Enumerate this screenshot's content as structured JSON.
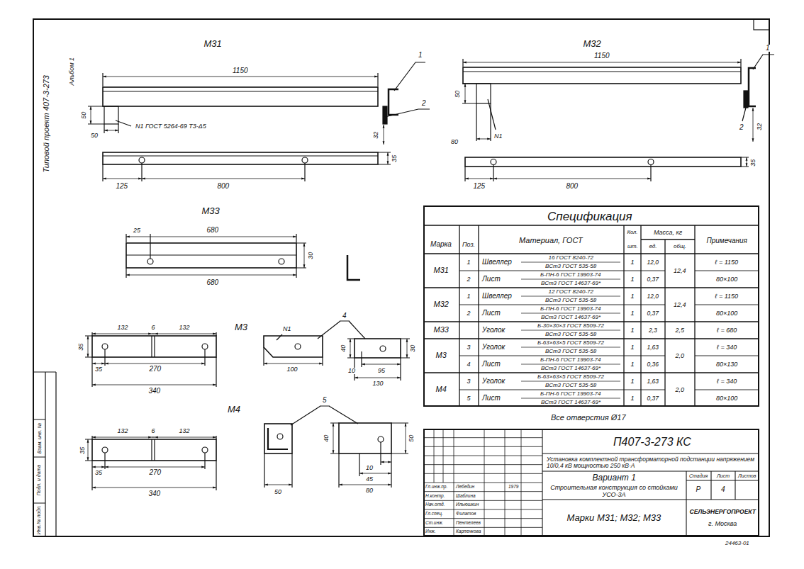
{
  "diagram": {
    "nodes": [
      {
        "text": [
          "Спецификация"
        ]
      },
      {
        "text": [
          "П407-3-273 КС"
        ]
      }
    ],
    "labels": [
      "Типовой проект 407-3-273",
      "Альбом 1",
      "Инв.№ подл.",
      "Подп. и дата",
      "Взам. инв. №",
      "М31",
      "1150",
      "50",
      "50",
      "N1 ГОСТ 5264-69 Т3-Δ5",
      "1",
      "2",
      "32",
      "125",
      "800",
      "35",
      "М32",
      "1150",
      "50",
      "80",
      "N1",
      "1",
      "2",
      "32",
      "125",
      "800",
      "35",
      "М33",
      "25",
      "680",
      "30",
      "680",
      "132",
      "6",
      "132",
      "35",
      "35",
      "270",
      "340",
      "М3",
      "N1",
      "4",
      "100",
      "40",
      "10",
      "95",
      "130",
      "30",
      "М4",
      "5",
      "132",
      "6",
      "132",
      "35",
      "35",
      "270",
      "340",
      "50",
      "40",
      "50",
      "10",
      "45",
      "80",
      "Марка",
      "Поз.",
      "Материал, ГОСТ",
      "Кол.",
      "шт.",
      "Масса, кг",
      "ед.",
      "общ.",
      "Примечания",
      "М31",
      "12,4",
      "1",
      "Швеллер",
      "16 ГОСТ 8240-72",
      "ВСт3 ГОСТ 535-58",
      "1",
      "12,0",
      "ℓ = 1150",
      "2",
      "Лист",
      "Б-ПН-6 ГОСТ 19903-74",
      "ВСт3 ГОСТ 14637-69*",
      "1",
      "0,37",
      "80×100",
      "М32",
      "12,4",
      "1",
      "Швеллер",
      "12 ГОСТ 8240-72",
      "ВСт3 ГОСТ 535-58",
      "1",
      "12,0",
      "ℓ = 1150",
      "2",
      "Лист",
      "Б-ПН-6 ГОСТ 19903-74",
      "ВСт3 ГОСТ 14637-69*",
      "1",
      "0,37",
      "80×100",
      "М33",
      "2,5",
      "Уголок",
      "Б-30×30×3 ГОСТ 8509-72",
      "ВСт3 ГОСТ 535-58",
      "1",
      "2,3",
      "ℓ = 680",
      "М3",
      "2,0",
      "3",
      "Уголок",
      "Б-63×63×5 ГОСТ 8509-72",
      "ВСт3 ГОСТ 535-58",
      "1",
      "1,63",
      "ℓ = 340",
      "4",
      "Лист",
      "Б-ПН-6 ГОСТ 19903-74",
      "ВСт3 ГОСТ 14637-69*",
      "1",
      "0,36",
      "80×130",
      "М4",
      "2,0",
      "3",
      "Уголок",
      "Б-63×63×5 ГОСТ 8509-72",
      "ВСт3 ГОСТ 535-58",
      "1",
      "1,63",
      "ℓ = 340",
      "5",
      "Лист",
      "Б-ПН-6 ГОСТ 19903-74",
      "ВСт3 ГОСТ 14637-69*",
      "1",
      "0,37",
      "80×100",
      "Все отверстия Ø17",
      "Установка комплектной трансформаторной подстанции напряжением 10/0,4 кВ мощностью 250 кВ·А",
      "Вариант 1",
      "Строительная конструкция со стойками УСО-3А",
      "Стадия",
      "Лист",
      "Листов",
      "Р",
      "4",
      "Марки М31; М32; М33",
      "СЕЛЬЭНЕРГОПРОЕКТ",
      "г. Москва",
      "Гл.инж.пр.",
      "Лебедин",
      "1979",
      "Н.контр.",
      "Шаблина",
      "Нач.отд.",
      "Ильюшкин",
      "Гл.спец.",
      "Филатов",
      "Ст.инж.",
      "Пентелеев",
      "Инж.",
      "Карпенкова",
      "24463-01"
    ]
  }
}
